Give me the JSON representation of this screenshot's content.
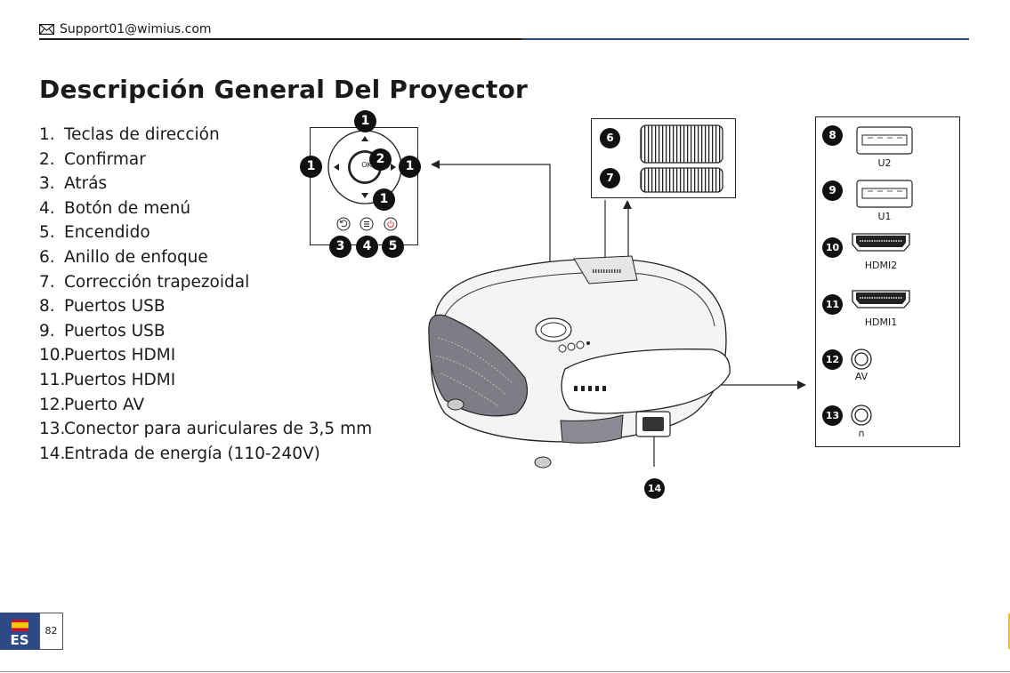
{
  "header": {
    "email": "Support01@wimius.com",
    "mail_icon": "mail-icon"
  },
  "title": "Descripción General Del Proyector",
  "features": [
    {
      "num": "1.",
      "label": "Teclas de dirección"
    },
    {
      "num": "2.",
      "label": "Confirmar"
    },
    {
      "num": "3.",
      "label": "Atrás"
    },
    {
      "num": "4.",
      "label": "Botón de menú"
    },
    {
      "num": "5.",
      "label": "Encendido"
    },
    {
      "num": "6.",
      "label": "Anillo de enfoque"
    },
    {
      "num": "7.",
      "label": "Corrección trapezoidal"
    },
    {
      "num": "8.",
      "label": "Puertos USB"
    },
    {
      "num": "9.",
      "label": "Puertos USB"
    },
    {
      "num": "10.",
      "label": "Puertos HDMI"
    },
    {
      "num": "11.",
      "label": "Puertos HDMI"
    },
    {
      "num": "12.",
      "label": "Puerto AV"
    },
    {
      "num": "13.",
      "label": "Conector para auriculares de 3,5 mm"
    },
    {
      "num": "14.",
      "label": "Entrada de energía (110-240V)"
    }
  ],
  "keypad": {
    "ok_label": "OK",
    "markers": [
      "1",
      "1",
      "1",
      "1",
      "2",
      "3",
      "4",
      "5"
    ]
  },
  "focus_panel": {
    "markers": [
      "6",
      "7"
    ]
  },
  "ports": [
    {
      "marker": "8",
      "label": "U2",
      "type": "usb"
    },
    {
      "marker": "9",
      "label": "U1",
      "type": "usb"
    },
    {
      "marker": "10",
      "label": "HDMI2",
      "type": "hdmi"
    },
    {
      "marker": "11",
      "label": "HDMI1",
      "type": "hdmi"
    },
    {
      "marker": "12",
      "label": "AV",
      "type": "jack"
    },
    {
      "marker": "13",
      "label": "∩",
      "type": "jack"
    }
  ],
  "power_marker": "14",
  "footer": {
    "lang": "ES",
    "page": "82"
  },
  "colors": {
    "accent_blue": "#2e4b86",
    "badge": "#111111"
  }
}
